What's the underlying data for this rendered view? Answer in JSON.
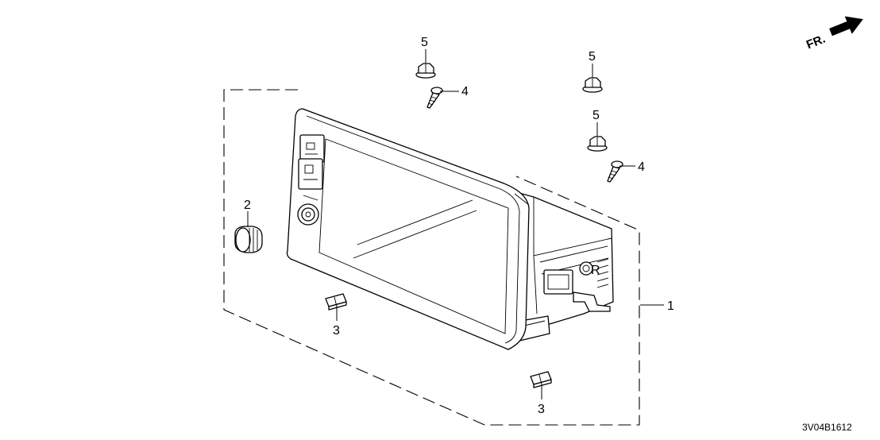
{
  "callouts": {
    "c1": "1",
    "c2": "2",
    "c3a": "3",
    "c3b": "3",
    "c4a": "4",
    "c4b": "4",
    "c5a": "5",
    "c5b": "5",
    "c5c": "5"
  },
  "direction": {
    "label": "FR.",
    "icon": "arrow-right-icon"
  },
  "diagram_code": "3V04B1612",
  "unit_marking": "R"
}
